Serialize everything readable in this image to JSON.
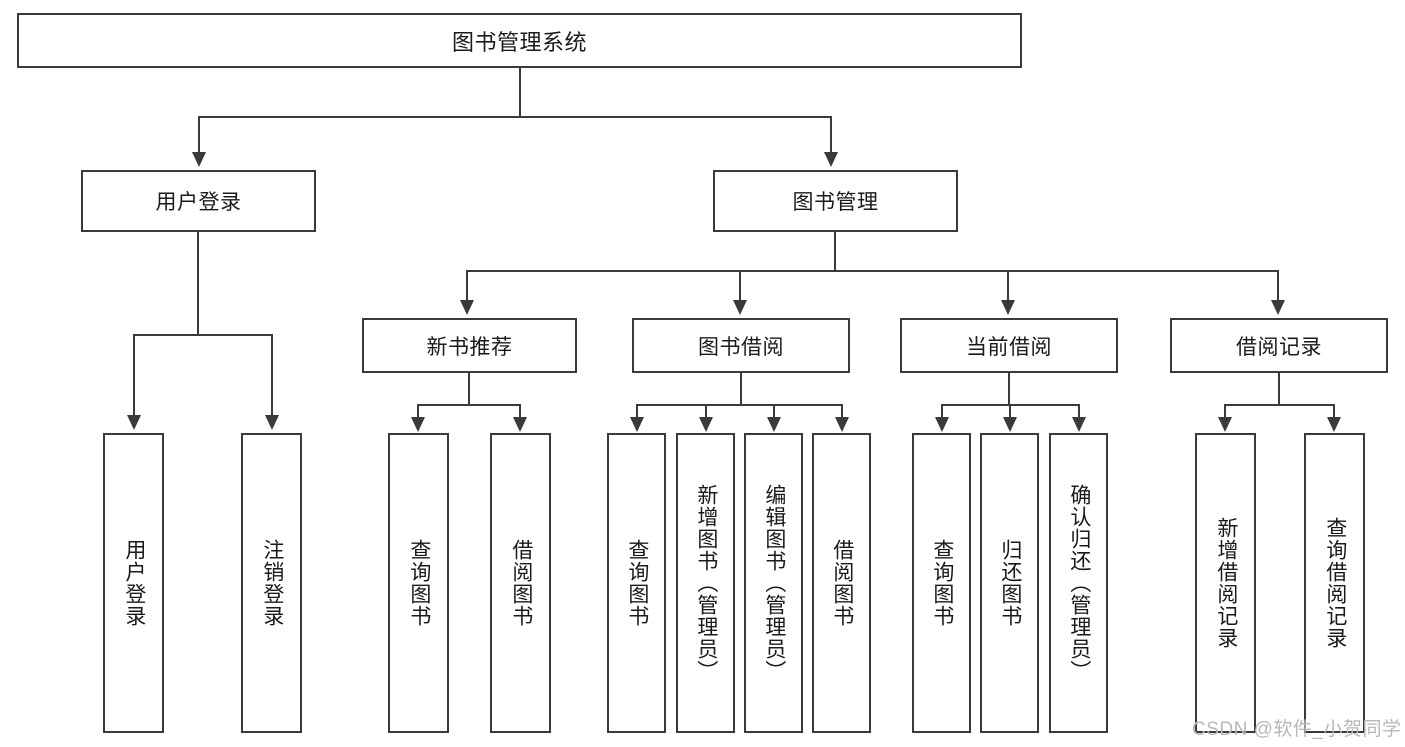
{
  "diagram": {
    "title": "图书管理系统",
    "type": "hierarchy-tree",
    "root": {
      "label": "图书管理系统"
    },
    "level2": [
      {
        "label": "用户登录"
      },
      {
        "label": "图书管理"
      }
    ],
    "level3": [
      {
        "label": "新书推荐"
      },
      {
        "label": "图书借阅"
      },
      {
        "label": "当前借阅"
      },
      {
        "label": "借阅记录"
      }
    ],
    "leaves": {
      "user_login": [
        {
          "label": "用户登录"
        },
        {
          "label": "注销登录"
        }
      ],
      "new_book": [
        {
          "label": "查询图书"
        },
        {
          "label": "借阅图书"
        }
      ],
      "book_borrow": [
        {
          "label": "查询图书"
        },
        {
          "label": "新增图书（管理员）"
        },
        {
          "label": "编辑图书（管理员）"
        },
        {
          "label": "借阅图书"
        }
      ],
      "current_borrow": [
        {
          "label": "查询图书"
        },
        {
          "label": "归还图书"
        },
        {
          "label": "确认归还（管理员）"
        }
      ],
      "borrow_record": [
        {
          "label": "新增借阅记录"
        },
        {
          "label": "查询借阅记录"
        }
      ]
    }
  },
  "watermark": {
    "text": "CSDN @软件_小贺同学"
  },
  "colors": {
    "stroke": "#3a3a3a",
    "fill": "#ffffff",
    "text": "#1a1a1a",
    "watermark": "#b8b8b8"
  }
}
